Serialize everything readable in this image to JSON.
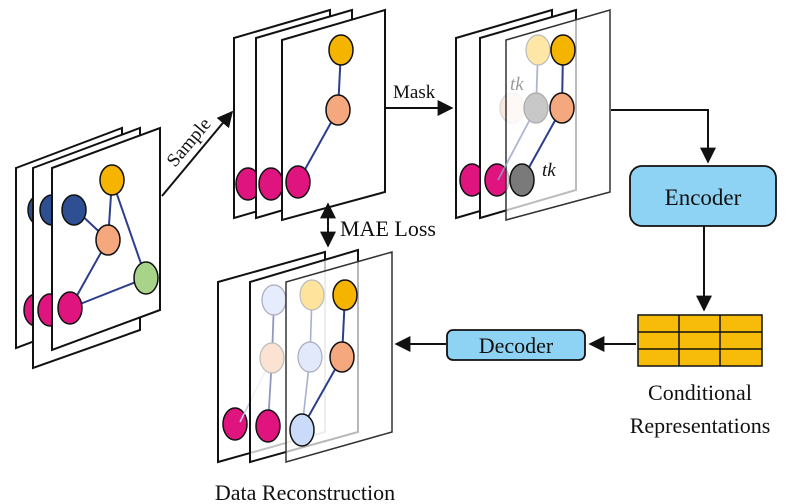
{
  "labels": {
    "sample": "Sample",
    "mask": "Mask",
    "mae_loss": "MAE Loss",
    "encoder": "Encoder",
    "decoder": "Decoder",
    "conditional_1": "Conditional",
    "conditional_2": "Representations",
    "data_reconstruction": "Data Reconstruction",
    "token": "tk"
  },
  "colors": {
    "node_magenta": "#e0147f",
    "node_navy": "#2e4f92",
    "node_orange": "#f5b400",
    "node_peach": "#f5a77d",
    "node_green": "#a8d48a",
    "edge": "#2d3e8c",
    "box_fill": "#8fd3f4",
    "representation_fill": "#f7bc0a",
    "mask_node": "#7a7a7a"
  }
}
